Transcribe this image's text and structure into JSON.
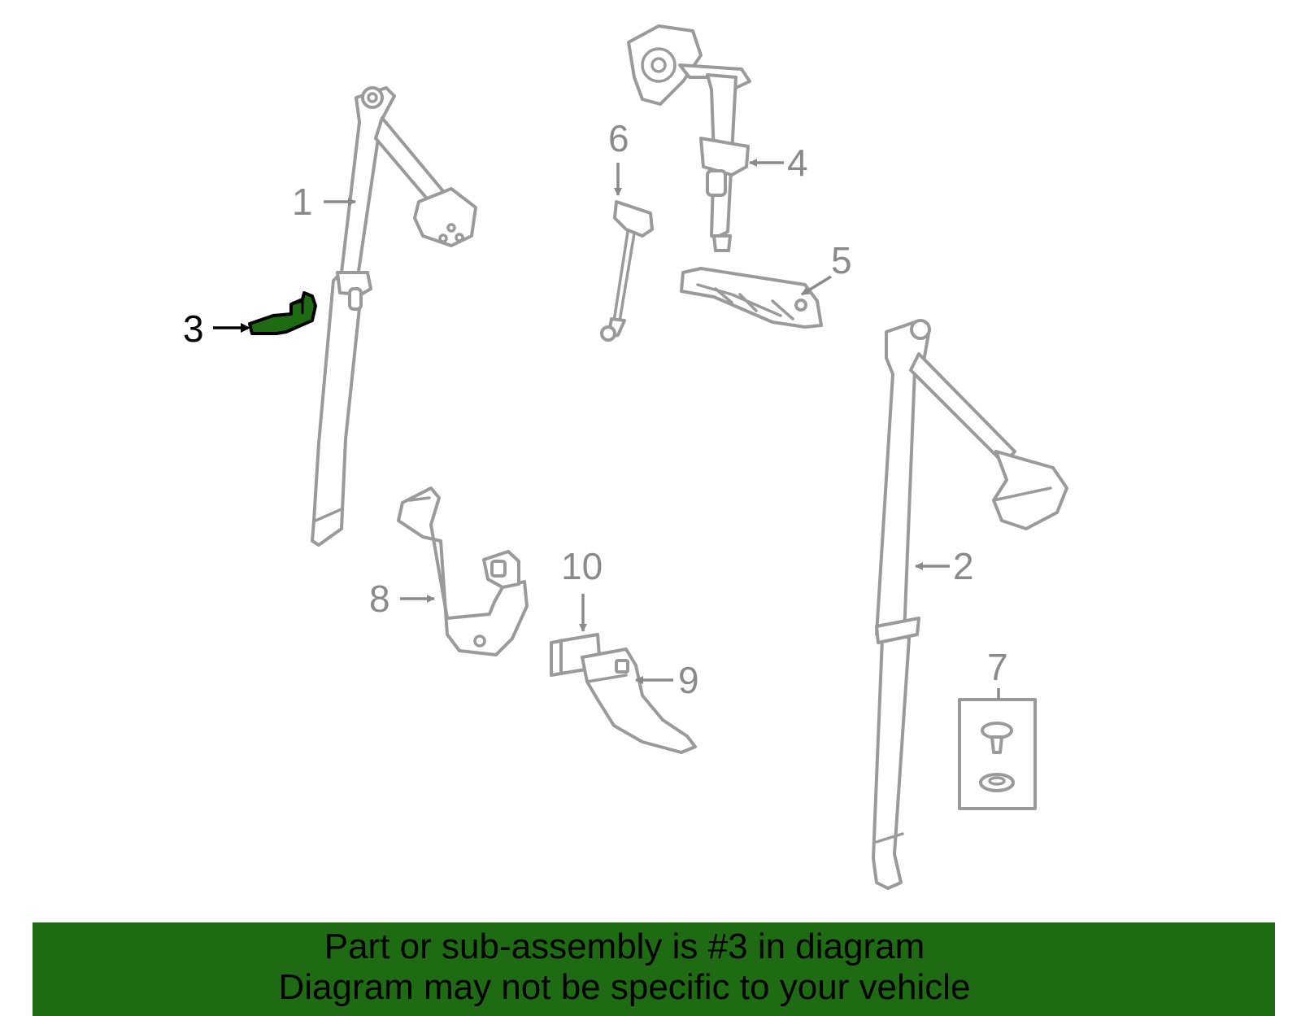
{
  "callouts": {
    "c1": "1",
    "c2": "2",
    "c3": "3",
    "c4": "4",
    "c5": "5",
    "c6": "6",
    "c7": "7",
    "c8": "8",
    "c9": "9",
    "c10": "10"
  },
  "highlighted_part": "3",
  "colors": {
    "highlight_fill": "#1f6b14",
    "banner_background": "#1f6b14",
    "part_outline": "#9a9a9a",
    "label_gray": "#8a8a8a"
  },
  "banner": {
    "line1": "Part or sub-assembly is #3 in diagram",
    "line2": "Diagram may not be specific to your vehicle"
  }
}
